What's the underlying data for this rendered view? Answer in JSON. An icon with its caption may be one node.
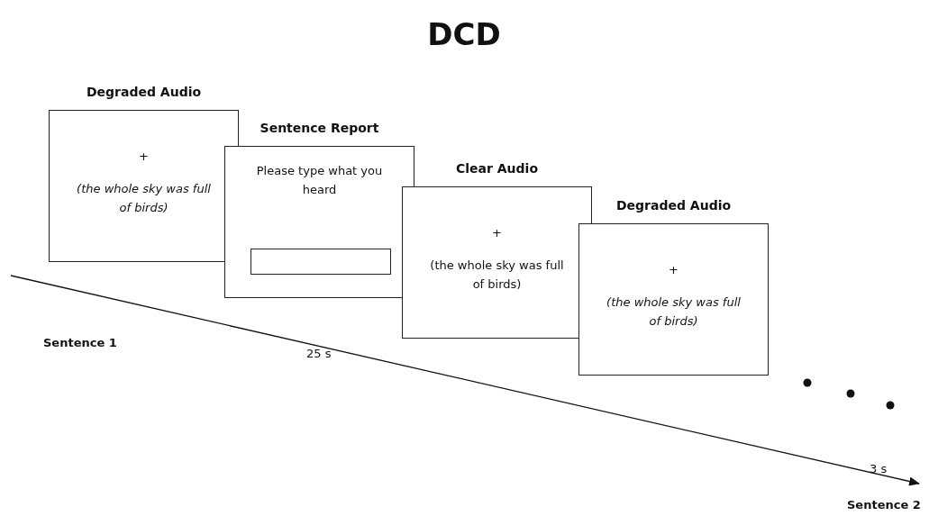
{
  "diagram": {
    "title": "DCD",
    "nodes": [
      {
        "text": [
          "Degraded Audio",
          "+",
          "(the whole sky was full of birds)"
        ]
      },
      {
        "text": [
          "Sentence Report",
          "Please type what you heard"
        ]
      },
      {
        "text": [],
        "shape": "box",
        "in": 1
      },
      {
        "text": [
          "Clear Audio",
          "+",
          "(the whole sky was full of birds)"
        ]
      },
      {
        "text": [
          "Degraded Audio",
          "+",
          "(the whole sky was full of birds)"
        ]
      }
    ],
    "edges": [],
    "labels": [
      "Sentence 1",
      "25 s",
      "3 s",
      "Sentence 2"
    ]
  }
}
